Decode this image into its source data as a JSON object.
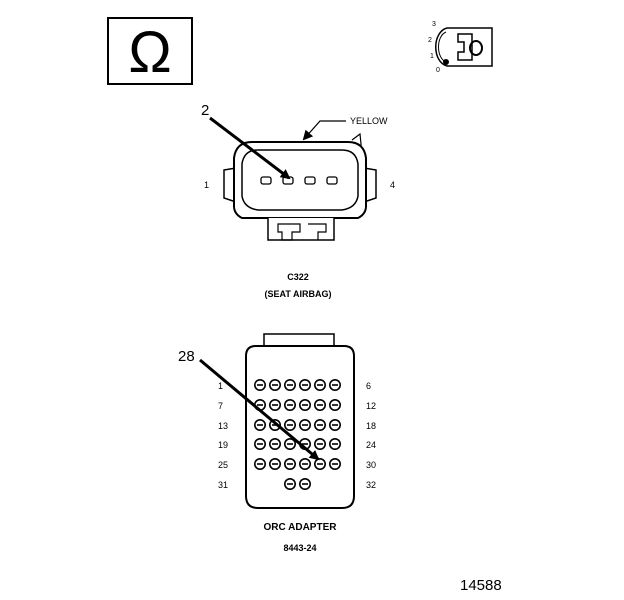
{
  "ohm_box": {
    "symbol": "Ω"
  },
  "key_switch": {
    "positions": [
      "3",
      "2",
      "1",
      "0"
    ]
  },
  "connector_c322": {
    "callout": "2",
    "wire_color": "YELLOW",
    "pin_left": "1",
    "pin_right": "4",
    "name": "C322",
    "description": "(SEAT AIRBAG)"
  },
  "orc_adapter": {
    "callout": "28",
    "row_left_labels": [
      "1",
      "7",
      "13",
      "19",
      "25",
      "31"
    ],
    "row_right_labels": [
      "6",
      "12",
      "18",
      "24",
      "30",
      "32"
    ],
    "name": "ORC ADAPTER",
    "part_number": "8443-24"
  },
  "figure_number": "14588"
}
